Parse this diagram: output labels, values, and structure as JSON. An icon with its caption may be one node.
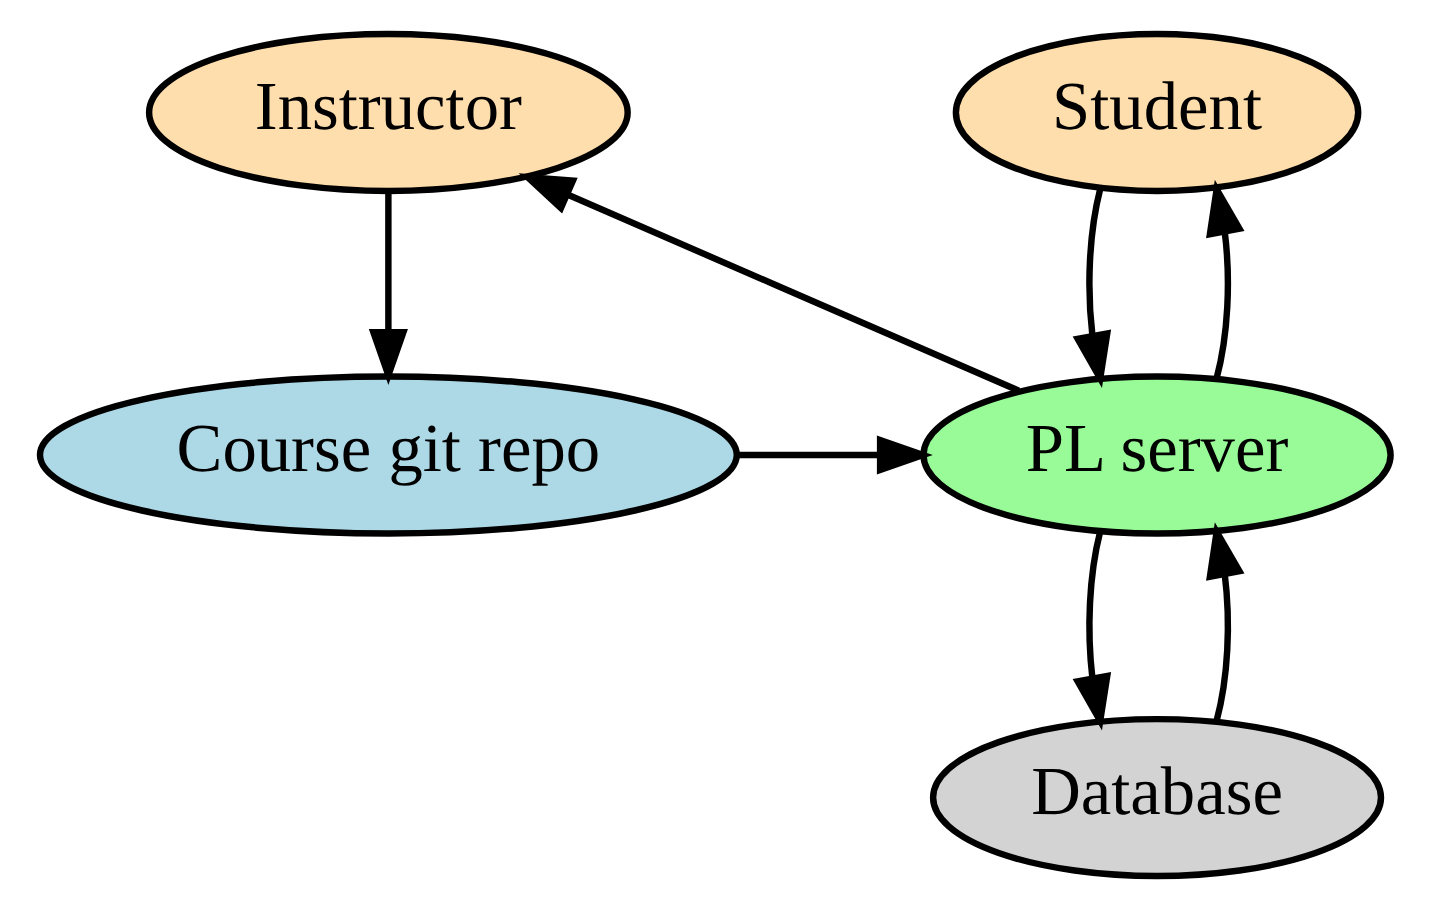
{
  "diagram": {
    "nodes": [
      {
        "text": [
          "Instructor"
        ]
      },
      {
        "text": [
          "Student"
        ]
      },
      {
        "text": [
          "Course git repo"
        ]
      },
      {
        "text": [
          "PL server"
        ]
      },
      {
        "text": [
          "Database"
        ]
      }
    ],
    "edges": [
      {
        "from": 0,
        "to": 2,
        "arrow": "to"
      },
      {
        "from": 2,
        "to": 3,
        "arrow": "to"
      },
      {
        "from": 3,
        "to": 0,
        "arrow": "to"
      },
      {
        "from": 1,
        "to": 3,
        "arrow": "to"
      },
      {
        "from": 3,
        "to": 1,
        "arrow": "to"
      },
      {
        "from": 3,
        "to": 4,
        "arrow": "to"
      },
      {
        "from": 4,
        "to": 3,
        "arrow": "to"
      }
    ]
  }
}
